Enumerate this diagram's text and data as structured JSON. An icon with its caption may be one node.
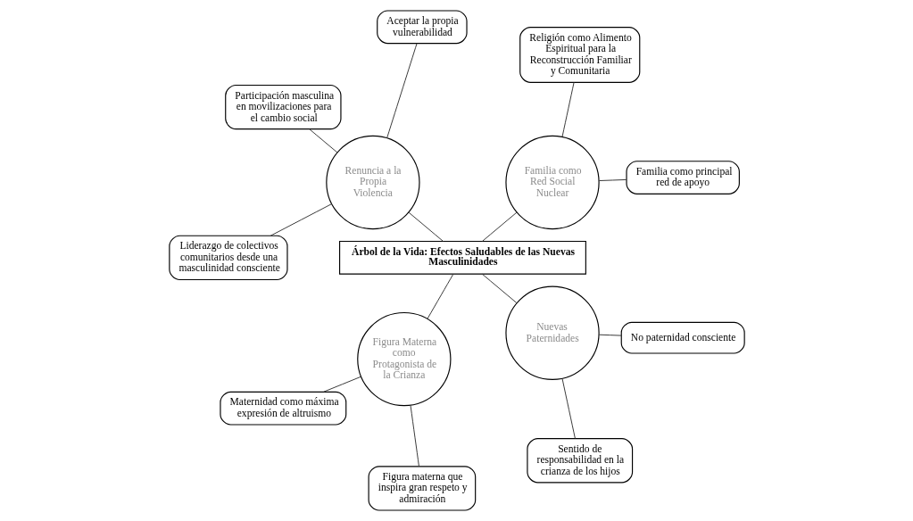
{
  "diagram": {
    "nodes": [
      {
        "text": [
          "Árbol de la Vida: Efectos Saludables de las Nuevas Masculinidades"
        ]
      },
      {
        "text": [
          "Familia como Red Social Nuclear"
        ]
      },
      {
        "text": [
          "Familia como principal red de apoyo"
        ]
      },
      {
        "text": [
          "Religión como Alimento Espiritual para la Reconstrucción Familiar y Comunitaria"
        ]
      },
      {
        "text": [
          "Renuncia a la Propia Violencia"
        ]
      },
      {
        "text": [
          "Aceptar la propia vulnerabilidad"
        ]
      },
      {
        "text": [
          "Participación masculina en movilizaciones para el cambio social"
        ]
      },
      {
        "text": [
          "Liderazgo de colectivos comunitarios desde una masculinidad consciente"
        ]
      },
      {
        "text": [
          "Figura Materna como Protagonista de la Crianza"
        ]
      },
      {
        "text": [
          "Maternidad como máxima expresión de altruismo"
        ]
      },
      {
        "text": [
          "Figura materna que inspira gran respeto y admiración"
        ]
      },
      {
        "text": [
          "Nuevas Paternidades"
        ]
      },
      {
        "text": [
          "Sentido de responsabilidad en la crianza de los hijos"
        ]
      },
      {
        "text": [
          "No paternidad consciente"
        ]
      }
    ],
    "edges": [
      {
        "from": 0,
        "to": 1,
        "arrow": "none"
      },
      {
        "from": 1,
        "to": 2,
        "arrow": "none"
      },
      {
        "from": 1,
        "to": 3,
        "arrow": "none"
      },
      {
        "from": 0,
        "to": 4,
        "arrow": "none"
      },
      {
        "from": 4,
        "to": 5,
        "arrow": "none"
      },
      {
        "from": 4,
        "to": 6,
        "arrow": "none"
      },
      {
        "from": 4,
        "to": 7,
        "arrow": "none"
      },
      {
        "from": 0,
        "to": 8,
        "arrow": "none"
      },
      {
        "from": 8,
        "to": 9,
        "arrow": "none"
      },
      {
        "from": 8,
        "to": 10,
        "arrow": "none"
      },
      {
        "from": 0,
        "to": 11,
        "arrow": "none"
      },
      {
        "from": 11,
        "to": 12,
        "arrow": "none"
      },
      {
        "from": 11,
        "to": 13,
        "arrow": "none"
      }
    ]
  }
}
